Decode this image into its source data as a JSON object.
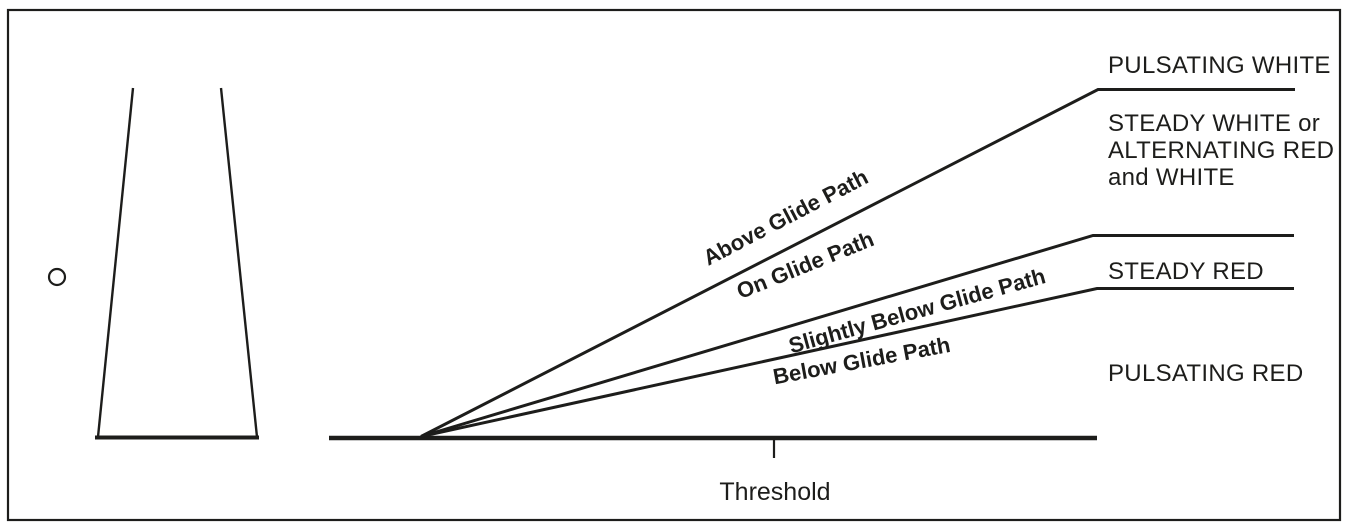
{
  "colors": {
    "line": "#1d1d1b",
    "background": "#ffffff"
  },
  "glide_path_labels": {
    "above": "Above Glide Path",
    "on": "On Glide Path",
    "slightly_below": "Slightly Below Glide Path",
    "below": "Below Glide Path"
  },
  "indication_labels": {
    "above": "PULSATING WHITE",
    "on": [
      "STEADY WHITE or",
      "ALTERNATING RED",
      "and WHITE"
    ],
    "slightly_below": "STEADY RED",
    "below": "PULSATING RED"
  },
  "threshold_label": "Threshold"
}
